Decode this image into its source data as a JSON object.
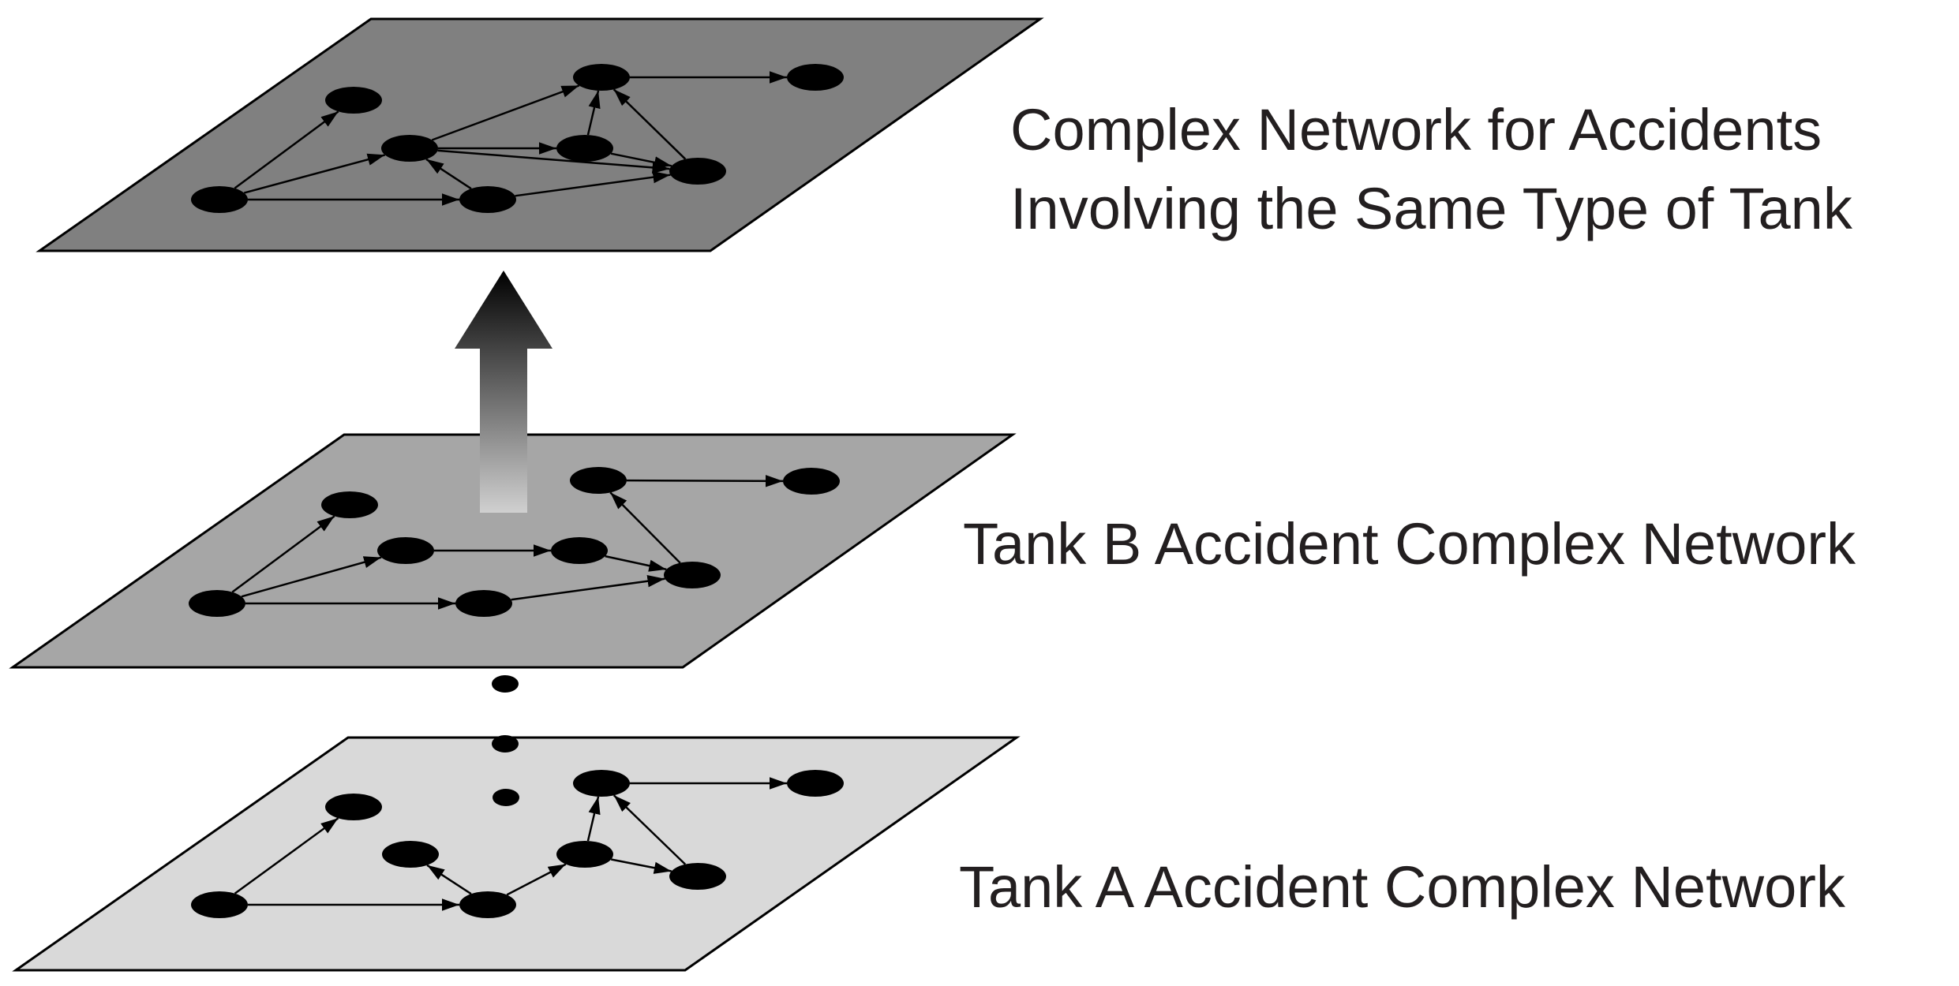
{
  "layers": [
    {
      "id": "combined",
      "label_lines": [
        "Complex Network for Accidents",
        "Involving the Same Type of Tank"
      ],
      "fill": "#808080",
      "nodes": [
        "n1",
        "n2",
        "n3",
        "n4",
        "n5",
        "n6",
        "n7",
        "n8"
      ],
      "edges": [
        [
          "n1",
          "n2"
        ],
        [
          "n1",
          "n3"
        ],
        [
          "n1",
          "n6"
        ],
        [
          "n3",
          "n4"
        ],
        [
          "n3",
          "n5"
        ],
        [
          "n3",
          "n7"
        ],
        [
          "n5",
          "n4"
        ],
        [
          "n4",
          "n8"
        ],
        [
          "n6",
          "n3"
        ],
        [
          "n6",
          "n7"
        ],
        [
          "n7",
          "n4"
        ],
        [
          "n5",
          "n7"
        ]
      ]
    },
    {
      "id": "tank-b",
      "label": "Tank B Accident Complex Network",
      "fill": "#a6a6a6",
      "nodes": [
        "n1",
        "n2",
        "n3",
        "n4",
        "n5",
        "n6",
        "n7",
        "n8"
      ],
      "edges": [
        [
          "n1",
          "n2"
        ],
        [
          "n1",
          "n3"
        ],
        [
          "n1",
          "n6"
        ],
        [
          "n3",
          "n5"
        ],
        [
          "n5",
          "n7"
        ],
        [
          "n6",
          "n7"
        ],
        [
          "n7",
          "n4"
        ],
        [
          "n4",
          "n8"
        ]
      ]
    },
    {
      "id": "tank-a",
      "label": "Tank A Accident Complex Network",
      "fill": "#d9d9d9",
      "nodes": [
        "n1",
        "n2",
        "n3",
        "n4",
        "n5",
        "n6",
        "n7",
        "n8"
      ],
      "edges": [
        [
          "n1",
          "n2"
        ],
        [
          "n1",
          "n6"
        ],
        [
          "n6",
          "n3"
        ],
        [
          "n6",
          "n5"
        ],
        [
          "n5",
          "n4"
        ],
        [
          "n5",
          "n7"
        ],
        [
          "n7",
          "n4"
        ],
        [
          "n4",
          "n8"
        ]
      ]
    }
  ],
  "colors": {
    "node": "#000000",
    "edge": "#000000",
    "text": "#231f20",
    "arrow_top": "#000000",
    "arrow_bottom": "#d0d0d0"
  },
  "arrow": {
    "direction": "up",
    "meaning": "aggregation"
  },
  "ellipsis_dots": 3
}
